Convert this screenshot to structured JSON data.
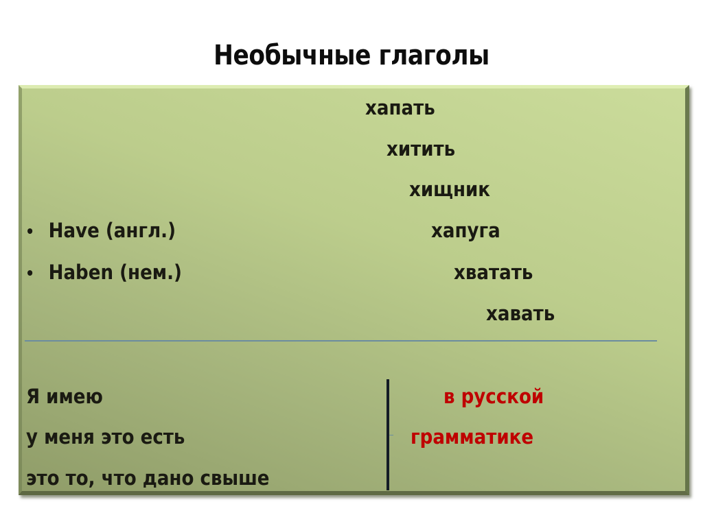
{
  "slide": {
    "title": "Необычные глаголы",
    "colors": {
      "panel_gradient_dark": "#8f9c68",
      "panel_gradient_light": "#cbdc9b",
      "text": "#1a1a12",
      "accent_red": "#bf0000",
      "divider": "#6b8ca0"
    },
    "bullets": [
      {
        "text": "Have (англ.)"
      },
      {
        "text": "Haben (нем.)"
      }
    ],
    "cascade_words": [
      "хапать",
      "хитить",
      "хищник",
      "хапуга",
      "хватать",
      "хавать"
    ],
    "meanings": [
      "Я имею",
      "у меня это есть",
      "это то, что дано свыше"
    ],
    "highlight": {
      "line1": "в русской",
      "line2": "грамматике"
    }
  }
}
